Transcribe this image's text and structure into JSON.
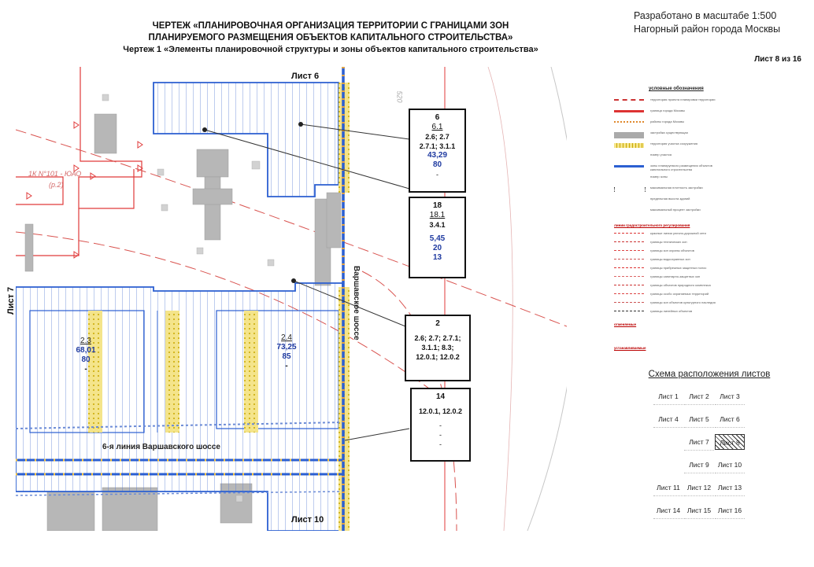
{
  "title": {
    "line1": "ЧЕРТЕЖ «ПЛАНИРОВОЧНАЯ ОРГАНИЗАЦИЯ ТЕРРИТОРИИ С ГРАНИЦАМИ ЗОН",
    "line2": "ПЛАНИРУЕМОГО РАЗМЕЩЕНИЯ ОБЪЕКТОВ КАПИТАЛЬНОГО СТРОИТЕЛЬСТВА»",
    "line3": "Чертеж 1 «Элементы планировочной структуры и зоны объектов капитального строительства»"
  },
  "scale": {
    "line1": "Разработано в масштабе 1:500",
    "line2": "Нагорный район города Москвы"
  },
  "sheet_number": "Лист 8 из 16",
  "map_labels": {
    "top": "Лист 6",
    "bottom": "Лист 10",
    "left": "Лист 7",
    "road_vertical": "Варшавское шоссе",
    "road_horizontal": "6-я линия Варшавского шоссе",
    "faint_1": "1К N°101 - ЮАО",
    "faint_2": "(р.2)",
    "faint_top": "520"
  },
  "callouts": [
    {
      "num": "6",
      "zone": "6.1",
      "codes1": "2.6; 2.7",
      "codes2": "2.7.1; 3.1.1",
      "v1": "43,29",
      "v2": "80",
      "v3": "-"
    },
    {
      "num": "18",
      "zone": "18.1",
      "codes1": "3.4.1",
      "codes2": "",
      "v1": "5,45",
      "v2": "20",
      "v3": "13"
    },
    {
      "num": "2",
      "zone": "",
      "codes1": "2.6; 2.7; 2.7.1;",
      "codes2": "3.1.1; 8.3;",
      "codes3": "12.0.1; 12.0.2",
      "v1": "",
      "v2": "",
      "v3": ""
    },
    {
      "num": "14",
      "zone": "",
      "codes1": "12.0.1, 12.0.2",
      "codes2": "",
      "v1": "-",
      "v2": "-",
      "v3": "-"
    }
  ],
  "zone_labels": [
    {
      "zone": "2.3",
      "v1": "68,01",
      "v2": "80",
      "v3": "-"
    },
    {
      "zone": "2.4",
      "v1": "73,25",
      "v2": "85",
      "v3": "-"
    }
  ],
  "legend": {
    "title": "условные обозначения",
    "rows": [
      {
        "txt": "территория проекта планировки территории"
      },
      {
        "txt": "граница города Москвы"
      },
      {
        "txt": "районы города Москвы"
      },
      {
        "txt": "застройка существующая"
      },
      {
        "txt": "территория участка сооружения"
      },
      {
        "txt": "номер участка"
      },
      {
        "txt": "зоны планируемого размещения объектов капитального строительства"
      },
      {
        "txt": "номер зоны"
      },
      {
        "txt": "максимальная плотность застройки"
      },
      {
        "txt": "предельная высота зданий"
      },
      {
        "txt": "максимальный процент застройки"
      }
    ],
    "head1": "линии градостроительного регулирования",
    "rows2": [
      {
        "txt": "красные линии улично-дорожной сети"
      },
      {
        "txt": "границы технических зон"
      },
      {
        "txt": "границы зон охраны объектов"
      },
      {
        "txt": "границы водоохранных зон"
      },
      {
        "txt": "границы прибрежных защитных полос"
      },
      {
        "txt": "границы санитарно-защитных зон"
      },
      {
        "txt": "границы объектов природного комплекса"
      },
      {
        "txt": "границы особо охраняемых территорий"
      },
      {
        "txt": "границы зон объектов культурного наследия"
      },
      {
        "txt": "границы линейных объектов"
      }
    ],
    "head2": "отменяемые",
    "head3": "устанавливаемые"
  },
  "scheme": {
    "title": "Схема расположения листов",
    "cells": [
      {
        "label": "Лист 1",
        "col": 0,
        "row": 0
      },
      {
        "label": "Лист 2",
        "col": 1,
        "row": 0
      },
      {
        "label": "Лист 3",
        "col": 2,
        "row": 0
      },
      {
        "label": "Лист 4",
        "col": 0,
        "row": 1
      },
      {
        "label": "Лист 5",
        "col": 1,
        "row": 1
      },
      {
        "label": "Лист 6",
        "col": 2,
        "row": 1
      },
      {
        "label": "Лист 7",
        "col": 1,
        "row": 2
      },
      {
        "label": "Лист 8",
        "col": 2,
        "row": 2,
        "active": true
      },
      {
        "label": "Лист 9",
        "col": 1,
        "row": 3
      },
      {
        "label": "Лист 10",
        "col": 2,
        "row": 3
      },
      {
        "label": "Лист 11",
        "col": 0,
        "row": 4
      },
      {
        "label": "Лист 12",
        "col": 1,
        "row": 4
      },
      {
        "label": "Лист 13",
        "col": 2,
        "row": 4
      },
      {
        "label": "Лист 14",
        "col": 0,
        "row": 5
      },
      {
        "label": "Лист 15",
        "col": 1,
        "row": 5
      },
      {
        "label": "Лист 16",
        "col": 2,
        "row": 5
      }
    ]
  },
  "colors": {
    "blue_line": "#2b5fd1",
    "red_line": "#e03a3a",
    "dashed_red": "#d9534f",
    "building": "#b5b5b5",
    "yellow_strip": "#e8d04a"
  }
}
